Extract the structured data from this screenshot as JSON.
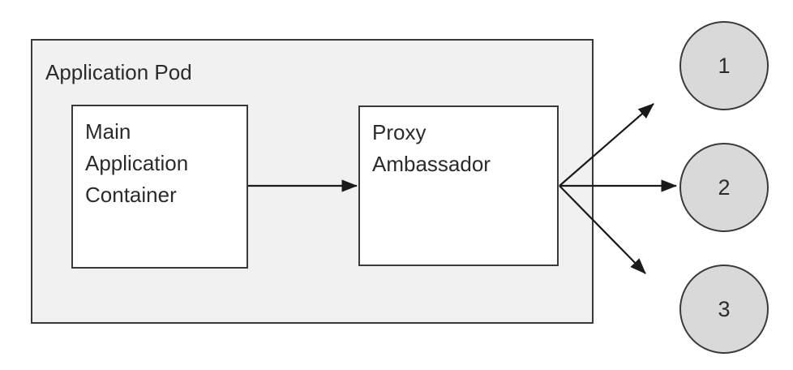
{
  "diagram": {
    "title_label": "Application Pod",
    "pod": {
      "label": "Application Pod",
      "fill_color": "#f1f1f1",
      "stroke_color": "#3a3a3a"
    },
    "containers": [
      {
        "id": "main-application-container",
        "label": "Main\nApplication\nContainer",
        "fill_color": "#ffffff",
        "stroke_color": "#3a3a3a"
      },
      {
        "id": "proxy-ambassador-container",
        "label": "Proxy\nAmbassador",
        "fill_color": "#ffffff",
        "stroke_color": "#3a3a3a"
      }
    ],
    "endpoints": [
      {
        "id": "endpoint-1",
        "label": "1",
        "fill_color": "#d9d9d9",
        "stroke_color": "#3a3a3a"
      },
      {
        "id": "endpoint-2",
        "label": "2",
        "fill_color": "#d9d9d9",
        "stroke_color": "#3a3a3a"
      },
      {
        "id": "endpoint-3",
        "label": "3",
        "fill_color": "#d9d9d9",
        "stroke_color": "#3a3a3a"
      }
    ],
    "connectors": [
      {
        "id": "main-to-proxy",
        "from": "main-application-container",
        "to": "proxy-ambassador-container"
      },
      {
        "id": "proxy-to-endpoint-1",
        "from": "proxy-ambassador-container",
        "to": "endpoint-1"
      },
      {
        "id": "proxy-to-endpoint-2",
        "from": "proxy-ambassador-container",
        "to": "endpoint-2"
      },
      {
        "id": "proxy-to-endpoint-3",
        "from": "proxy-ambassador-container",
        "to": "endpoint-3"
      }
    ]
  }
}
